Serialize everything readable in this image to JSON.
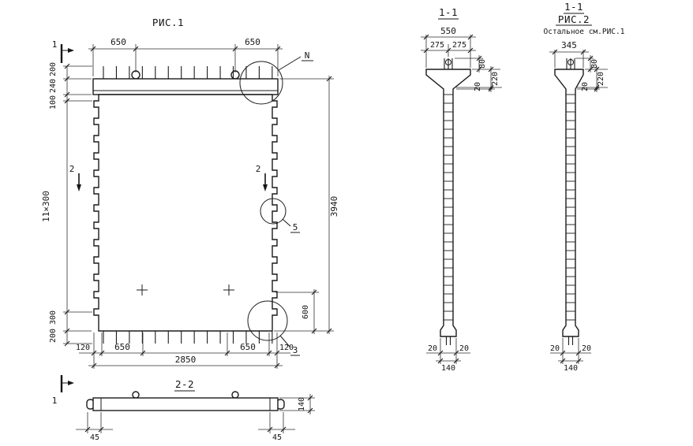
{
  "fig1": {
    "title": "РИС.1",
    "dim_650_left": "650",
    "dim_650_right": "650",
    "dim_200_top": "200",
    "dim_240": "240",
    "dim_100": "100",
    "dim_11x300": "11×300",
    "dim_300": "300",
    "dim_200_bottom": "200",
    "dim_3940": "3940",
    "dim_600": "600",
    "dim_120_left": "120",
    "dim_650_bl": "650",
    "dim_650_br": "650",
    "dim_120_right": "120",
    "dim_2850": "2850",
    "mark_1": "1",
    "mark_2": "2",
    "callout_n": "N",
    "callout_5": "5",
    "callout_3": "3"
  },
  "section_2_2": {
    "title": "2-2",
    "dim_45_left": "45",
    "dim_45_right": "45",
    "dim_140": "140"
  },
  "section_1_1": {
    "title": "1-1",
    "dim_550": "550",
    "dim_275_left": "275",
    "dim_275_right": "275",
    "dim_80": "80",
    "dim_20_cap": "20",
    "dim_220": "220",
    "dim_20_bl": "20",
    "dim_20_br": "20",
    "dim_140": "140"
  },
  "fig2": {
    "title": "1-1",
    "subtitle": "РИС.2",
    "note": "Остальное см.РИС.1",
    "dim_345": "345",
    "dim_80": "80",
    "dim_20_cap": "20",
    "dim_220": "220",
    "dim_20_bl": "20",
    "dim_20_br": "20",
    "dim_140": "140"
  }
}
